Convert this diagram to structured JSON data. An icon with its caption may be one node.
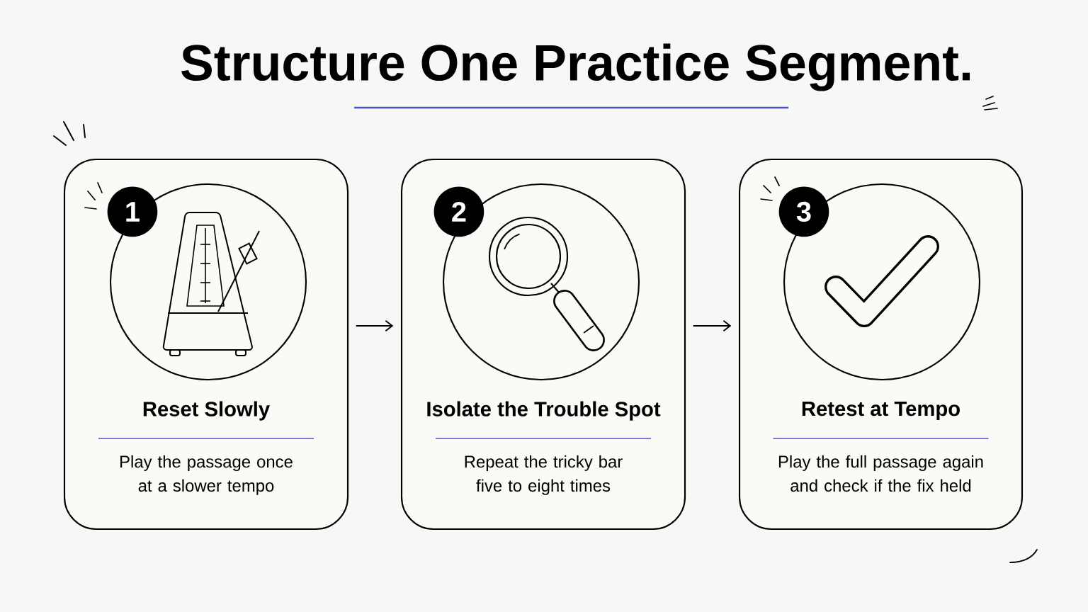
{
  "diagram": {
    "title": "Structure One Practice Segment.",
    "nodes": [
      {
        "text": [
          "Reset Slowly",
          "Play the passage once at a slower tempo"
        ]
      },
      {
        "text": [
          "1"
        ],
        "in": 0
      },
      {
        "text": [
          "Isolate the Trouble Spot",
          "Repeat the tricky bar five to eight times"
        ]
      },
      {
        "text": [
          "2"
        ],
        "in": 2
      },
      {
        "text": [
          "Retest at Tempo",
          "Play the full passage again and check if the fix held"
        ]
      },
      {
        "text": [
          "3"
        ],
        "in": 4
      }
    ],
    "edges": [
      {
        "from": 0,
        "to": 2,
        "arrow": "to"
      },
      {
        "from": 2,
        "to": 4,
        "arrow": "to"
      }
    ]
  }
}
